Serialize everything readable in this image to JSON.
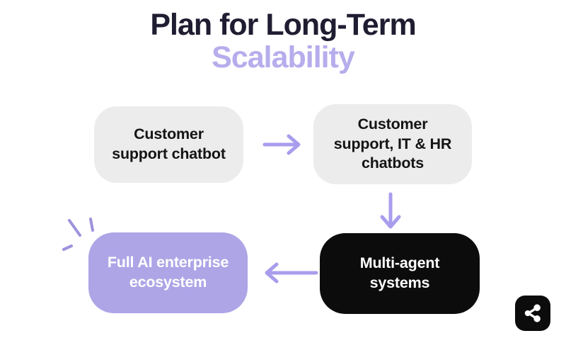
{
  "title": {
    "line1": "Plan for Long-Term",
    "line2": "Scalability"
  },
  "flow": {
    "nodes": [
      {
        "id": "customer-support-chatbot",
        "label": "Customer\nsupport chatbot",
        "variant": "gray"
      },
      {
        "id": "customer-support-it-hr-chatbots",
        "label": "Customer\nsupport, IT & HR\nchatbots",
        "variant": "gray"
      },
      {
        "id": "multi-agent-systems",
        "label": "Multi-agent\nsystems",
        "variant": "black"
      },
      {
        "id": "full-ai-enterprise-ecosystem",
        "label": "Full AI enterprise\necosystem",
        "variant": "purple"
      }
    ],
    "connections": [
      {
        "from": "customer-support-chatbot",
        "to": "customer-support-it-hr-chatbots",
        "direction": "right"
      },
      {
        "from": "customer-support-it-hr-chatbots",
        "to": "multi-agent-systems",
        "direction": "down"
      },
      {
        "from": "multi-agent-systems",
        "to": "full-ai-enterprise-ecosystem",
        "direction": "left"
      }
    ]
  },
  "icons": {
    "share": "share-icon",
    "sparkle": "sparkle-accent"
  },
  "colors": {
    "background": "#ffffff",
    "title_dark": "#1f1d31",
    "title_purple": "#b6adec",
    "box_gray": "#ececec",
    "box_black": "#0c0c0c",
    "box_purple": "#ada5e6",
    "arrow_purple": "#a89ded",
    "sparkle_purple": "#9c92dc"
  }
}
